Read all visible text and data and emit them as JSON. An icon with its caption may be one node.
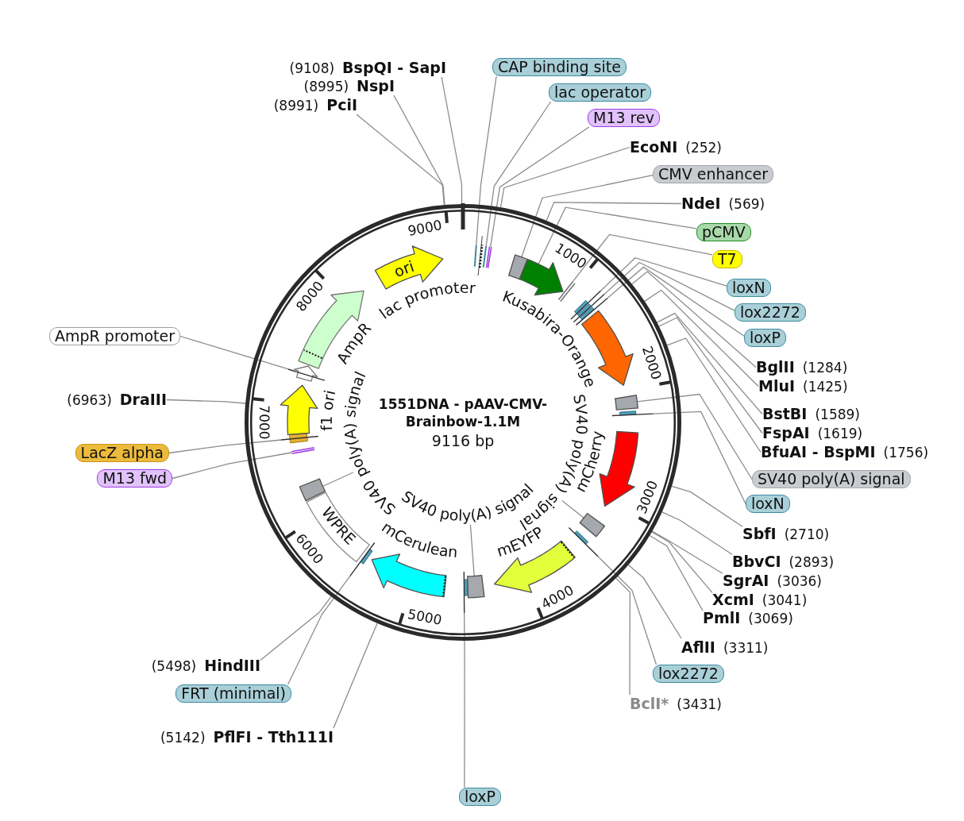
{
  "diagram": {
    "nodes": [
      {
        "text": [
          "1551DNA - pAAV-CMV-Brainbow-1.1M",
          "9116 bp"
        ]
      },
      {
        "text": [],
        "shape": "bar",
        "in": 0,
        "beside": [
          "lac promoter"
        ]
      },
      {
        "text": [],
        "shape": "box",
        "in": 0
      },
      {
        "text": [],
        "shape": "arrow",
        "in": 0
      },
      {
        "text": [],
        "shape": "bar",
        "in": 0
      },
      {
        "text": [],
        "shape": "bar",
        "in": 0
      },
      {
        "text": [],
        "shape": "bar",
        "in": 0
      },
      {
        "text": [],
        "shape": "bar",
        "in": 0
      },
      {
        "text": [],
        "shape": "arrow",
        "in": 0,
        "beside": [
          "Kusabira-Orange"
        ]
      },
      {
        "text": [],
        "shape": "box",
        "in": 0
      },
      {
        "text": [],
        "shape": "bar",
        "in": 0
      },
      {
        "text": [],
        "shape": "arrow",
        "in": 0,
        "beside": [
          "mCherry"
        ]
      },
      {
        "text": [],
        "shape": "box",
        "in": 0
      },
      {
        "text": [],
        "shape": "bar",
        "in": 0
      },
      {
        "text": [],
        "shape": "arrow",
        "in": 0,
        "beside": [
          "mEYFP"
        ]
      },
      {
        "text": [],
        "shape": "box",
        "in": 0
      },
      {
        "text": [],
        "shape": "bar",
        "in": 0
      },
      {
        "text": [],
        "shape": "arrow",
        "in": 0,
        "beside": [
          "mCerulean"
        ]
      },
      {
        "text": [],
        "shape": "bar",
        "in": 0
      },
      {
        "text": [
          "WPRE"
        ],
        "in": 0
      },
      {
        "text": [],
        "shape": "box",
        "in": 0
      },
      {
        "text": [],
        "shape": "bar",
        "in": 0
      },
      {
        "text": [],
        "shape": "bar",
        "in": 0
      },
      {
        "text": [],
        "shape": "arrow",
        "in": 0,
        "beside": [
          "f1 ori"
        ]
      },
      {
        "text": [],
        "shape": "arrow",
        "in": 0
      },
      {
        "text": [],
        "shape": "arrow",
        "in": 0,
        "beside": [
          "AmpR"
        ]
      },
      {
        "text": [
          "ori"
        ],
        "in": 0
      },
      {
        "text": [
          "SV40 poly(A) signal"
        ],
        "in": 0
      },
      {
        "text": [
          "SV40 poly(A) signal"
        ],
        "in": 0
      },
      {
        "text": [
          "SV40 poly(A) signal"
        ],
        "in": 0
      },
      {
        "text": [
          "(9108)",
          "BspQI - SapI"
        ]
      },
      {
        "text": [
          "(8995)",
          "NspI"
        ]
      },
      {
        "text": [
          "(8991)",
          "PciI"
        ]
      },
      {
        "text": [
          "CAP binding site"
        ]
      },
      {
        "text": [
          "lac operator"
        ]
      },
      {
        "text": [
          "M13 rev"
        ]
      },
      {
        "text": [
          "EcoNI",
          "(252)"
        ]
      },
      {
        "text": [
          "CMV enhancer"
        ]
      },
      {
        "text": [
          "NdeI",
          "(569)"
        ]
      },
      {
        "text": [
          "pCMV"
        ]
      },
      {
        "text": [
          "T7"
        ]
      },
      {
        "text": [
          "loxN"
        ]
      },
      {
        "text": [
          "lox2272"
        ]
      },
      {
        "text": [
          "loxP"
        ]
      },
      {
        "text": [
          "BglII",
          "(1284)"
        ]
      },
      {
        "text": [
          "MluI",
          "(1425)"
        ]
      },
      {
        "text": [
          "BstBI",
          "(1589)"
        ]
      },
      {
        "text": [
          "FspAI",
          "(1619)"
        ]
      },
      {
        "text": [
          "BfuAI - BspMI",
          "(1756)"
        ]
      },
      {
        "text": [
          "SV40 poly(A) signal"
        ]
      },
      {
        "text": [
          "loxN"
        ]
      },
      {
        "text": [
          "SbfI",
          "(2710)"
        ]
      },
      {
        "text": [
          "BbvCI",
          "(2893)"
        ]
      },
      {
        "text": [
          "SgrAI",
          "(3036)"
        ]
      },
      {
        "text": [
          "XcmI",
          "(3041)"
        ]
      },
      {
        "text": [
          "PmlI",
          "(3069)"
        ]
      },
      {
        "text": [
          "AflII",
          "(3311)"
        ]
      },
      {
        "text": [
          "lox2272"
        ]
      },
      {
        "text": [
          "BclI*",
          "(3431)"
        ]
      },
      {
        "text": [
          "loxP"
        ]
      },
      {
        "text": [
          "(5142)",
          "PflFI - Tth111I"
        ]
      },
      {
        "text": [
          "FRT (minimal)"
        ]
      },
      {
        "text": [
          "(5498)",
          "HindIII"
        ]
      },
      {
        "text": [
          "(6963)",
          "DraIII"
        ]
      },
      {
        "text": [
          "AmpR promoter"
        ]
      },
      {
        "text": [
          "LacZ alpha"
        ]
      },
      {
        "text": [
          "M13 fwd"
        ]
      }
    ],
    "edges": [
      {
        "from": 30,
        "to": 0,
        "arrow": "none"
      },
      {
        "from": 31,
        "to": 0,
        "arrow": "none"
      },
      {
        "from": 32,
        "to": 0,
        "arrow": "none"
      },
      {
        "from": 33,
        "to": 1,
        "arrow": "none"
      },
      {
        "from": 34,
        "to": 1,
        "arrow": "none"
      },
      {
        "from": 35,
        "to": 1,
        "arrow": "none"
      },
      {
        "from": 36,
        "to": 0,
        "arrow": "none"
      },
      {
        "from": 37,
        "to": 2,
        "arrow": "none"
      },
      {
        "from": 38,
        "to": 0,
        "arrow": "none"
      },
      {
        "from": 39,
        "to": 3,
        "arrow": "none"
      },
      {
        "from": 40,
        "to": 4,
        "arrow": "none"
      },
      {
        "from": 41,
        "to": 5,
        "arrow": "none"
      },
      {
        "from": 42,
        "to": 6,
        "arrow": "none"
      },
      {
        "from": 43,
        "to": 7,
        "arrow": "none"
      },
      {
        "from": 44,
        "to": 0,
        "arrow": "none"
      },
      {
        "from": 45,
        "to": 0,
        "arrow": "none"
      },
      {
        "from": 46,
        "to": 0,
        "arrow": "none"
      },
      {
        "from": 47,
        "to": 0,
        "arrow": "none"
      },
      {
        "from": 48,
        "to": 0,
        "arrow": "none"
      },
      {
        "from": 49,
        "to": 9,
        "arrow": "none"
      },
      {
        "from": 50,
        "to": 10,
        "arrow": "none"
      },
      {
        "from": 51,
        "to": 0,
        "arrow": "none"
      },
      {
        "from": 52,
        "to": 0,
        "arrow": "none"
      },
      {
        "from": 53,
        "to": 0,
        "arrow": "none"
      },
      {
        "from": 54,
        "to": 0,
        "arrow": "none"
      },
      {
        "from": 55,
        "to": 0,
        "arrow": "none"
      },
      {
        "from": 56,
        "to": 0,
        "arrow": "none"
      },
      {
        "from": 57,
        "to": 13,
        "arrow": "none"
      },
      {
        "from": 58,
        "to": 0,
        "arrow": "none"
      },
      {
        "from": 59,
        "to": 16,
        "arrow": "none"
      },
      {
        "from": 60,
        "to": 0,
        "arrow": "none"
      },
      {
        "from": 61,
        "to": 18,
        "arrow": "none"
      },
      {
        "from": 62,
        "to": 0,
        "arrow": "none"
      },
      {
        "from": 63,
        "to": 0,
        "arrow": "none"
      },
      {
        "from": 64,
        "to": 24,
        "arrow": "none"
      },
      {
        "from": 65,
        "to": 22,
        "arrow": "none"
      },
      {
        "from": 66,
        "to": 21,
        "arrow": "none"
      },
      {
        "from": 27,
        "to": 12,
        "arrow": "none"
      },
      {
        "from": 28,
        "to": 15,
        "arrow": "none"
      },
      {
        "from": 29,
        "to": 20,
        "arrow": "none"
      }
    ],
    "labels": [
      "1000",
      "2000",
      "3000",
      "4000",
      "5000",
      "6000",
      "7000",
      "8000",
      "9000"
    ]
  }
}
